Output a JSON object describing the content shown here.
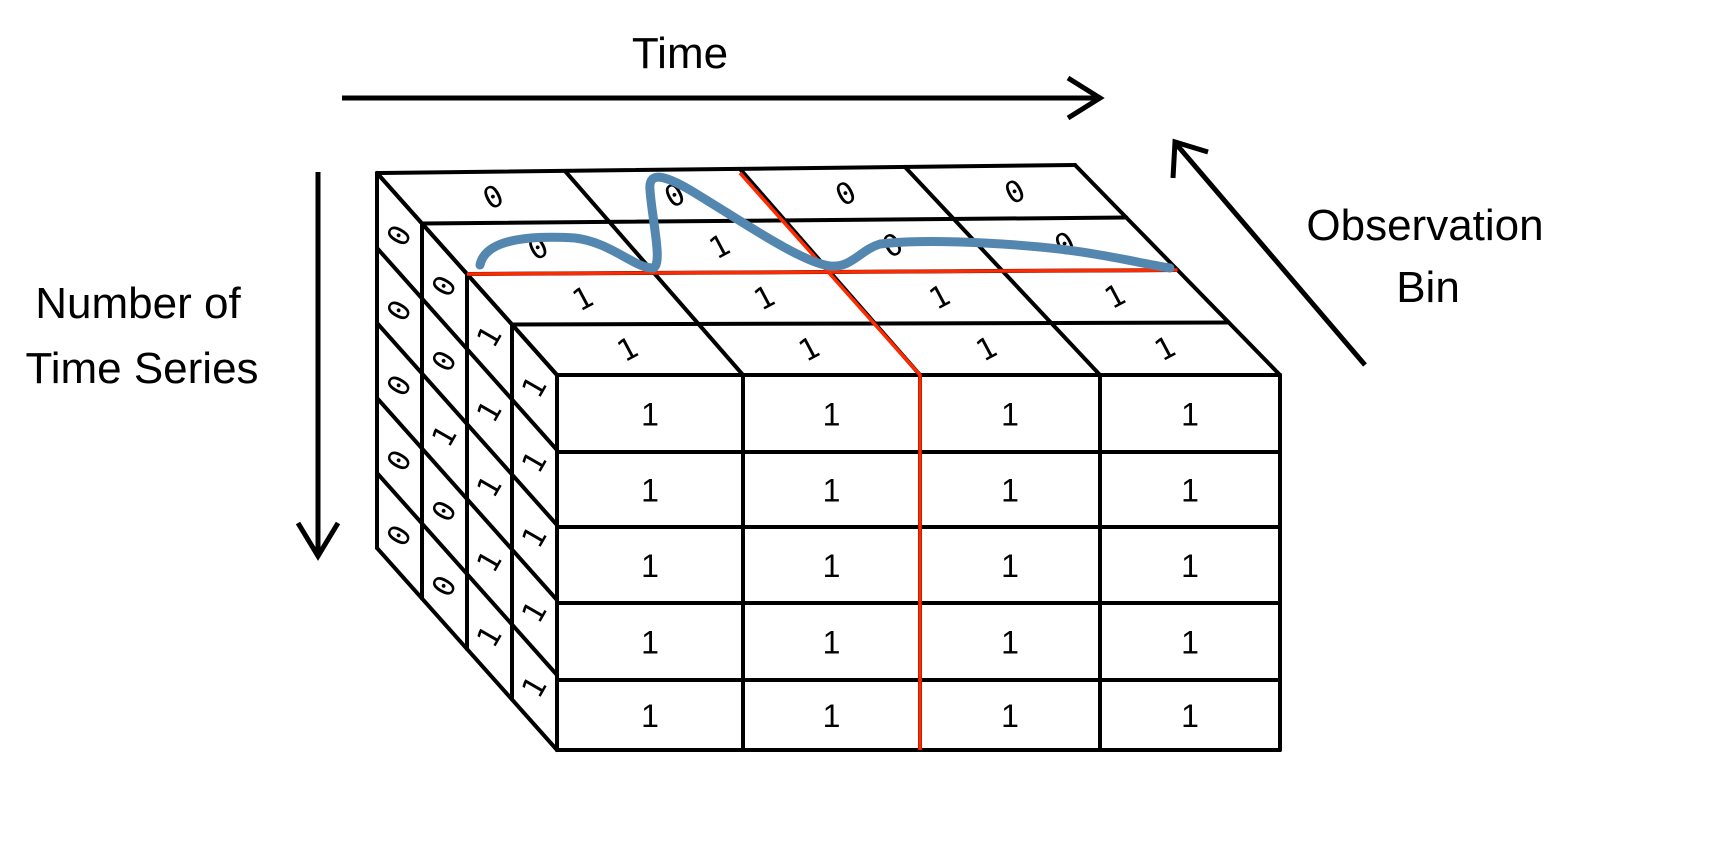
{
  "labels": {
    "time": "Time",
    "series_line1": "Number of",
    "series_line2": "Time Series",
    "obs_line1": "Observation",
    "obs_line2": "Bin"
  },
  "colors": {
    "line": "#000000",
    "highlight": "#ff2a00",
    "curve": "#5487b0"
  },
  "grid": {
    "front": [
      [
        "1",
        "1",
        "1",
        "1"
      ],
      [
        "1",
        "1",
        "1",
        "1"
      ],
      [
        "1",
        "1",
        "1",
        "1"
      ],
      [
        "1",
        "1",
        "1",
        "1"
      ],
      [
        "1",
        "1",
        "1",
        "1"
      ]
    ],
    "top": [
      [
        "0",
        "0",
        "0",
        "0"
      ],
      [
        "0",
        "1",
        "0",
        "0"
      ],
      [
        "1",
        "1",
        "1",
        "1"
      ],
      [
        "1",
        "1",
        "1",
        "1"
      ]
    ],
    "side": [
      [
        "0",
        "0",
        "0",
        "0",
        "0"
      ],
      [
        "0",
        "0",
        "1",
        "0",
        "0"
      ],
      [
        "1",
        "1",
        "1",
        "1",
        "1"
      ],
      [
        "1",
        "1",
        "1",
        "1",
        "1"
      ]
    ]
  }
}
